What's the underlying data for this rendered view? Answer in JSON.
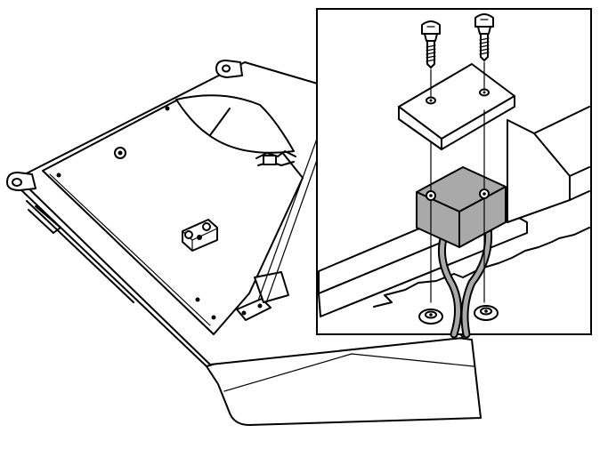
{
  "figure": {
    "kind": "technical-assembly-illustration",
    "colors": {
      "line": "#000000",
      "background": "#ffffff",
      "block_fill": "#a9a9a9"
    },
    "parts": [
      "mounting-plate",
      "cable-clamp-bracket",
      "terminal-block",
      "clamp-cover-plate",
      "clamp-screw",
      "nut",
      "cable-pair"
    ],
    "screws_shown": 2,
    "nuts_shown": 2
  }
}
